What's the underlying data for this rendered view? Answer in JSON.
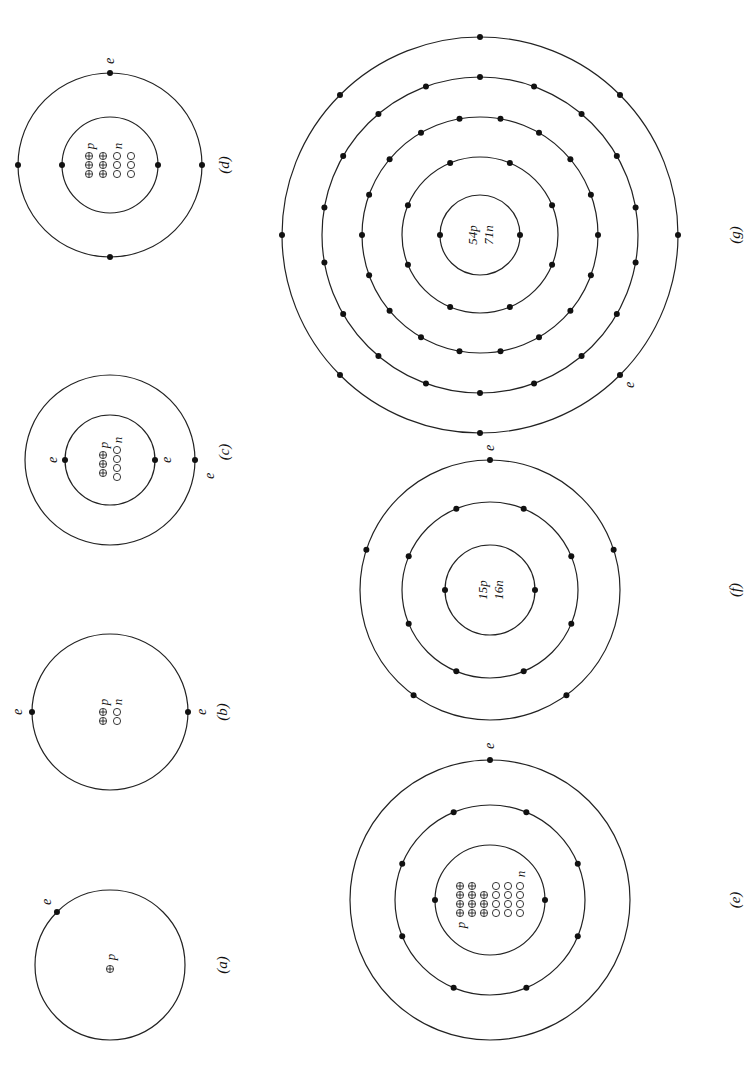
{
  "diagram": {
    "labels": [
      "e",
      "p",
      "(a)",
      "e",
      "e",
      "p",
      "n",
      "(b)",
      "e",
      "e",
      "e",
      "p",
      "n",
      "(c)",
      "e",
      "p",
      "n",
      "(d)",
      "e",
      "p",
      "n",
      "(e)",
      "e",
      "15p",
      "16n",
      "(f)",
      "e",
      "54p",
      "71n",
      "(g)"
    ]
  }
}
